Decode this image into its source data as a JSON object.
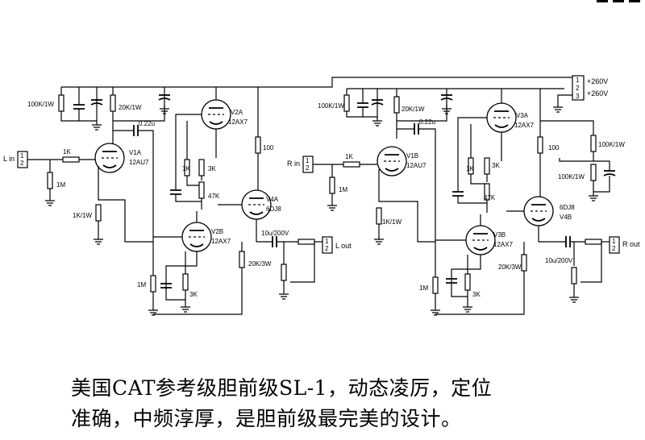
{
  "labels": {
    "supply1": "+260V",
    "supply2": "+260V",
    "l_in": "L in",
    "r_in": "R in",
    "l_out": "L out",
    "r_out": "R out",
    "l_r100k": "100K/1W",
    "l_r20k": "20K/1W",
    "l_c022": "0.22u",
    "l_v2a": "V2A",
    "l_v2a_t": "12AX7",
    "l_v1a": "V1A",
    "l_v1a_t": "12AU7",
    "l_1k": "1K",
    "l_1m": "1M",
    "l_1k1w": "1K/1W",
    "l_1k_b": "1K",
    "l_3k": "3K",
    "l_47k": "47K",
    "l_100": "100",
    "l_v4a": "V4A",
    "l_v4a_t": "6DJ8",
    "l_v2b": "V2B",
    "l_v2b_t": "12AX7",
    "l_10u": "10u/200V",
    "l_20k3w": "20K/3W",
    "l_1m_b": "1M",
    "l_3k_b": "3K",
    "r_r100k": "100K/1W",
    "r_r20k": "20K/1W",
    "r_c022": "0.22u",
    "r_v3a": "V3A",
    "r_v3a_t": "12AX7",
    "r_v1b": "V1B",
    "r_v1b_t": "12AU7",
    "r_1k": "1K",
    "r_1m": "1M",
    "r_1k1w": "1K/1W",
    "r_1k_b": "1K",
    "r_3k": "3K",
    "r_47k": "47K",
    "r_100": "100",
    "r_100k1w_a": "100K/1W",
    "r_100k1w_b": "100K/1W",
    "r_v4b_t": "6DJ8",
    "r_v4b": "V4B",
    "r_v3b": "V3B",
    "r_v3b_t": "12AX7",
    "r_20k3w": "20K/3W",
    "r_10u": "10u/200V",
    "r_1m_b": "1M",
    "r_3k_b": "3K",
    "pin1": "1",
    "pin2": "2",
    "pin3": "3"
  },
  "caption": {
    "line1": "美国CAT参考级胆前级SL-1，动态凌厉，定位",
    "line2": "准确，中频淳厚，是胆前级最完美的设计。"
  }
}
